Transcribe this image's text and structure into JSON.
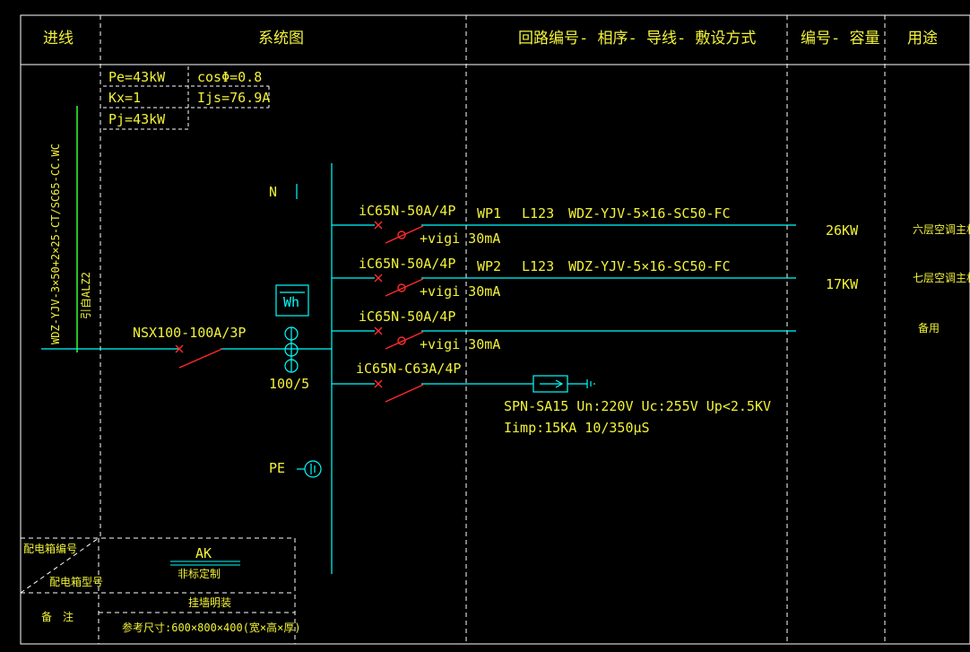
{
  "header": {
    "incoming": "进线",
    "system": "系统图",
    "circuit": "回路编号- 相序- 导线- 敷设方式",
    "capacity": "编号- 容量",
    "usage": "用途"
  },
  "load_params": {
    "pe": "Pe=43kW",
    "cos": "cosΦ=0.8",
    "kx": "Kx=1",
    "ijs": "Ijs=76.9A",
    "pj": "Pj=43kW"
  },
  "incoming_cable": "WDZ-YJV-3×50+2×25-CT/SC65-CC.WC",
  "incoming_source": "引自ALZ2",
  "main_breaker": "NSX100-100A/3P",
  "ct_ratio": "100/5",
  "meter": "Wh",
  "bus_n": "N",
  "bus_pe": "PE",
  "circuits": [
    {
      "breaker": "iC65N-50A/4P",
      "vigi": "+vigi 30mA",
      "id": "WP1",
      "phase": "L123",
      "cable": "WDZ-YJV-5×16-SC50-FC",
      "capacity": "26KW",
      "usage": "六层空调主机"
    },
    {
      "breaker": "iC65N-50A/4P",
      "vigi": "+vigi 30mA",
      "id": "WP2",
      "phase": "L123",
      "cable": "WDZ-YJV-5×16-SC50-FC",
      "capacity": "17KW",
      "usage": "七层空调主机"
    },
    {
      "breaker": "iC65N-50A/4P",
      "vigi": "+vigi 30mA",
      "id": "",
      "phase": "",
      "cable": "",
      "capacity": "",
      "usage": "备用"
    }
  ],
  "spd": {
    "breaker": "iC65N-C63A/4P",
    "line1": "SPN-SA15 Un:220V Uc:255V Up<2.5KV",
    "line2": "Iimp:15KA 10/350μS"
  },
  "panel": {
    "box_id_label": "配电箱编号",
    "box_model_label": "配电箱型号",
    "remark_label": "备　注",
    "box_id": "AK",
    "box_model": "非标定制",
    "install": "挂墙明装",
    "size": "参考尺寸:600×800×400(宽×高×厚)"
  },
  "colors": {
    "frame": "#ffffff",
    "text": "#f2f23a",
    "line": "#00ffff",
    "breaker": "#ff2b2b",
    "green": "#33ff33"
  }
}
